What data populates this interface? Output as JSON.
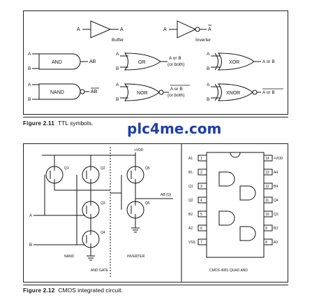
{
  "fig211": {
    "caption_num": "Figure 2.11",
    "caption_text": "TTL symbols.",
    "buffer": {
      "in": "A",
      "out": "A",
      "label": "Buffer"
    },
    "inverter": {
      "in": "A",
      "out": "A",
      "label": "Inverter"
    },
    "and": {
      "a": "A",
      "b": "B",
      "name": "AND",
      "out": "AB"
    },
    "or": {
      "a": "A",
      "b": "B",
      "name": "OR",
      "out1": "A or B",
      "out2": "(or both)"
    },
    "xor": {
      "a": "A",
      "b": "B",
      "name": "XOR",
      "out": "A or B"
    },
    "nand": {
      "a": "A",
      "b": "B",
      "name": "NAND",
      "out": "AB"
    },
    "nor": {
      "a": "A",
      "b": "B",
      "name": "NOR",
      "out1": "A or B",
      "out2": "(or both)"
    },
    "xnor": {
      "a": "A",
      "b": "B",
      "name": "XNOR",
      "out": "A or B"
    }
  },
  "watermark": "plc4me.com",
  "fig212": {
    "caption_num": "Figure 2.12",
    "caption_text": "CMOS integrated circuit.",
    "vdd": "+VDD",
    "q_labels": [
      "Q1",
      "Q2",
      "Q3",
      "Q4",
      "Q5",
      "Q6"
    ],
    "input_a": "A",
    "input_b": "B",
    "output": "AB (Q)",
    "nand_label": "NAND",
    "inverter_label": "INVERTER",
    "and_gate_label": "AND GATE",
    "chip_label": "CMOS 4081 QUAD AND",
    "left_pins": [
      {
        "name": "A1",
        "num": "1"
      },
      {
        "name": "B1",
        "num": "2"
      },
      {
        "name": "Q1",
        "num": "3"
      },
      {
        "name": "Q2",
        "num": "4"
      },
      {
        "name": "B2",
        "num": "5"
      },
      {
        "name": "A2",
        "num": "6"
      },
      {
        "name": "VSS",
        "num": "7"
      }
    ],
    "right_pins": [
      {
        "name": "+VDD",
        "num": "14"
      },
      {
        "name": "A4",
        "num": "13"
      },
      {
        "name": "B4",
        "num": "12"
      },
      {
        "name": "Q4",
        "num": "11"
      },
      {
        "name": "Q3",
        "num": "10"
      },
      {
        "name": "B3",
        "num": "9"
      },
      {
        "name": "A3",
        "num": "8"
      }
    ]
  }
}
